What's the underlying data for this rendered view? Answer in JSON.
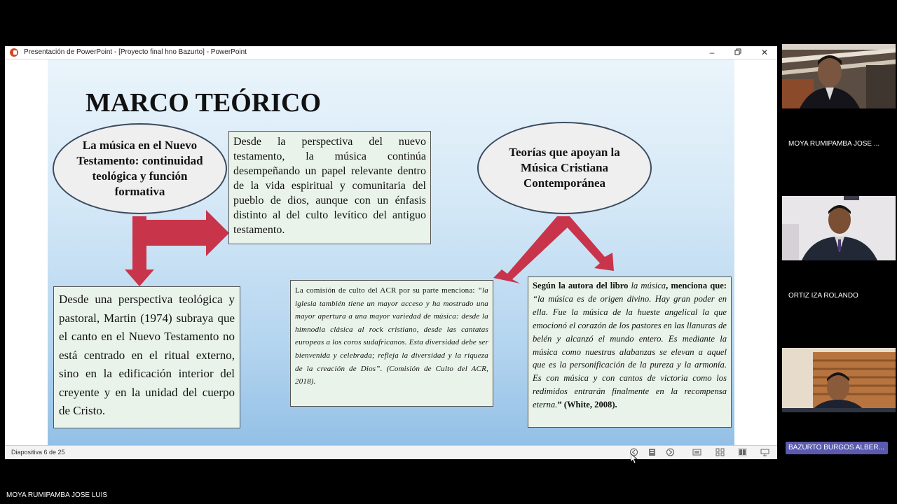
{
  "window": {
    "title": "Presentación de PowerPoint - [Proyecto final hno Bazurto] - PowerPoint",
    "minimize_icon": "minimize-icon",
    "maximize_icon": "restore-icon",
    "close_icon": "close-icon"
  },
  "slide": {
    "title": "MARCO TEÓRICO",
    "ellipse_left": "La música en el Nuevo Testamento: continuidad teológica y función formativa",
    "ellipse_right": "Teorías que apoyan la Música Cristiana Contemporánea",
    "box_top": "Desde la perspectiva del nuevo testamento, la música continúa desempeñando un papel relevante dentro de la vida espiritual y comunitaria del pueblo de dios, aunque con un énfasis distinto al del culto levítico del antiguo testamento.",
    "box_bottom_left": "Desde una perspectiva teológica y pastoral, Martin (1974) subraya que el canto en el Nuevo Testamento no está centrado en el ritual externo, sino en la edificación interior del creyente y en la unidad del cuerpo de Cristo.",
    "box_mid": {
      "intro": "La comisión de culto del ACR por su parte menciona: ",
      "quote": "“la iglesia también tiene un mayor acceso y ha mostrado una mayor apertura a una mayor variedad de música: desde la himnodia clásica al rock cristiano, desde las cantatas europeas a los coros sudafricanos. Esta diversidad debe ser bienvenida y celebrada; refleja la diversidad y la riqueza de la creación de Dios”. (Comisión de Culto del ACR, 2018)."
    },
    "box_right": {
      "lead": "Según la autora del libro ",
      "book": "la música",
      "lead2": ", menciona que: ",
      "quote": "“la música es de origen divino. Hay gran poder en ella. Fue la música de la hueste angelical la que emocionó el corazón de los pastores en las llanuras de belén y alcanzó el mundo entero. Es mediante la música como nuestras alabanzas se elevan a aquel que es la personificación de la pureza y la armonía. Es con música y con cantos de victoria como los redimidos entrarán finalmente en la recompensa eterna.",
      "citation": "” (White, 2008)."
    },
    "arrow_color": "#c8344a"
  },
  "statusbar": {
    "slide_counter": "Diapositiva 6 de 25",
    "icons": [
      "previous-icon",
      "notes-icon",
      "next-icon",
      "slide-view-icon",
      "grid-icon",
      "reading-view-icon",
      "presenter-icon"
    ]
  },
  "participants": [
    {
      "name": "MOYA RUMIPAMBA JOSE ..."
    },
    {
      "name": "ORTIZ IZA ROLANDO"
    },
    {
      "name": "BAZURTO BURGOS ALBER..."
    }
  ],
  "self_name": "MOYA RUMIPAMBA JOSE LUIS"
}
